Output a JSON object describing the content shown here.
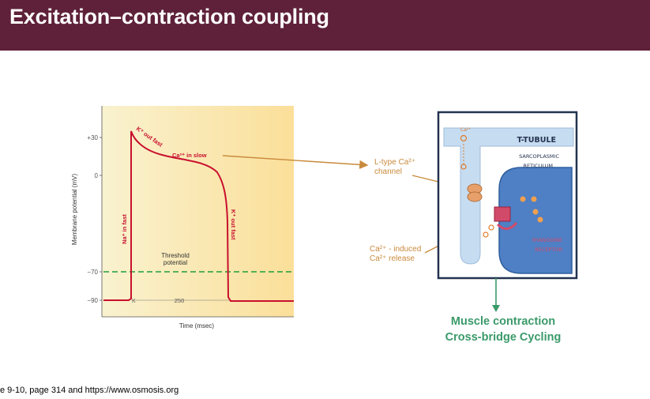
{
  "slide": {
    "title": "Excitation–contraction coupling",
    "citation": "e 9-10, page 314 and https://www.osmosis.org"
  },
  "graph": {
    "y_axis_label": "Membrane potential (mV)",
    "x_axis_label": "Time (msec)",
    "y_ticks": [
      "+30",
      "0",
      "−70",
      "−90"
    ],
    "na_label": "Na⁺ in fast",
    "k_out_fast_top": "K⁺ out fast",
    "ca_in_slow": "Ca²⁺ in slow",
    "k_out_fast_right": "K⁺ out fast",
    "threshold_line1": "Threshold",
    "threshold_line2": "potential",
    "duration_label": "250",
    "arrow_k": "K"
  },
  "callouts": {
    "l_type_line1": "L-type Ca²⁺",
    "l_type_line2": "channel",
    "ca_induced_line1": "Ca²⁺ - induced",
    "ca_induced_line2": "Ca²⁺ release"
  },
  "cell": {
    "ca_label": "Ca²⁺",
    "t_tubule": "T-TUBULE",
    "sarco_line1": "SARCOPLASMIC",
    "sarco_line2": "RETICULUM",
    "ryanodine_line1": "RYANODINE",
    "ryanodine_line2": "RECEPTOR",
    "outcome_line1": "Muscle contraction",
    "outcome_line2": "Cross-bridge Cycling"
  },
  "colors": {
    "title_bar": "#5e2139",
    "trace_red": "#c8102e",
    "threshold_green": "#1f9e3a",
    "callout_orange": "#c98a3c",
    "reticulum_blue": "#4f7fc4",
    "tubule_blue": "#c6dcf0",
    "outcome_green": "#3a9a6a"
  }
}
